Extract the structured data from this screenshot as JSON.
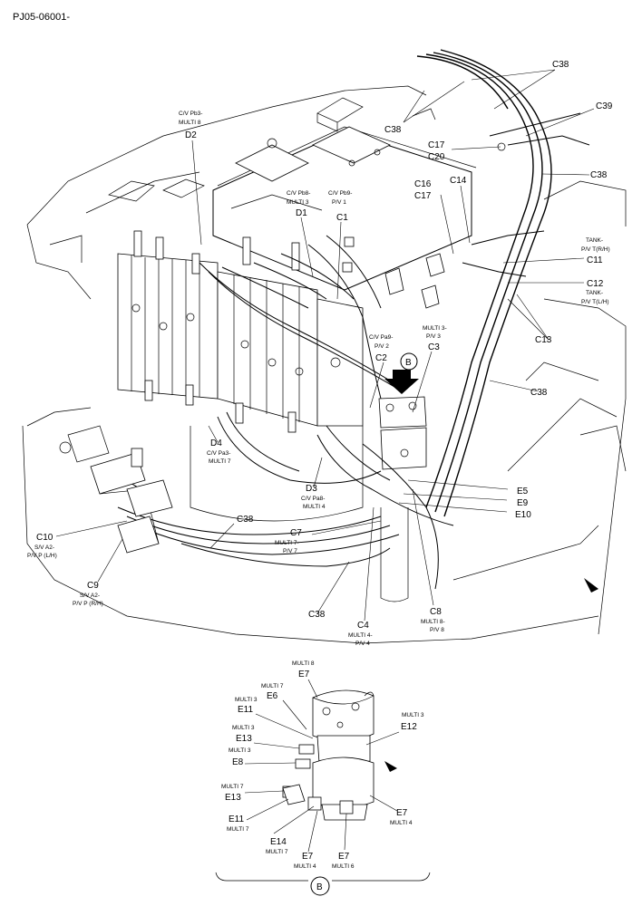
{
  "doc_id": "PJ05-06001-",
  "main_labels": {
    "c38_top": "C38",
    "c38_left": "C38",
    "c39": "C39",
    "c17_c20_a": "C17",
    "c17_c20_b": "C20",
    "c38_right": "C38",
    "c16": "C16",
    "c17": "C17",
    "c14": "C14",
    "cv_pb3": "C/V Pb3-",
    "multi8_top": "MULTI 8",
    "d2": "D2",
    "cv_pb8": "C/V Pb8-",
    "multi3_d1": "MULTI 3",
    "d1": "D1",
    "cv_pb9": "C/V Pb9-",
    "pv1": "P/V 1",
    "c1": "C1",
    "tank_rh_a": "TANK-",
    "tank_rh_b": "P/V T(R/H)",
    "c11": "C11",
    "c12": "C12",
    "tank_lh_a": "TANK-",
    "tank_lh_b": "P/V T(L/H)",
    "c13": "C13",
    "multi3_c3": "MULTI 3-",
    "pv3": "P/V 3",
    "c3": "C3",
    "cv_pa9": "C/V Pa9-",
    "pv2": "P/V 2",
    "c2": "C2",
    "b_marker": "B",
    "c38_mid": "C38",
    "d4": "D4",
    "cv_pa3": "C/V Pa3-",
    "multi7_d4": "MULTI 7",
    "d3": "D3",
    "cv_pa8": "C/V Pa8-",
    "multi4_d3": "MULTI 4",
    "e5": "E5",
    "e9": "E9",
    "e10": "E10",
    "c10": "C10",
    "sv_a2_lh": "S/V A2-",
    "pvp_lh": "P/V P (L/H)",
    "c38_lower": "C38",
    "c7": "C7",
    "multi7_c7": "MULTI 7-",
    "pv7": "P/V 7",
    "c9": "C9",
    "sv_a2_rh": "S/V A2-",
    "pvp_rh": "P/V P (R/H)",
    "c38_bottom": "C38",
    "c8": "C8",
    "multi8_c8": "MULTI 8-",
    "pv8": "P/V 8",
    "c4": "C4",
    "multi4_c4": "MULTI 4-",
    "pv4": "P/V 4"
  },
  "detail_labels": {
    "multi8": "MULTI 8",
    "e7_top": "E7",
    "multi7_e6": "MULTI 7",
    "e6": "E6",
    "multi3_e11": "MULTI 3",
    "e11_top": "E11",
    "multi3_e12": "MULTI 3",
    "e12": "E12",
    "multi3_e13": "MULTI 3",
    "e13_top": "E13",
    "multi3_e8": "MULTI 3",
    "e8": "E8",
    "multi7_e13": "MULTI 7",
    "e13_low": "E13",
    "e11_low": "E11",
    "multi7_e11": "MULTI 7",
    "e7_right": "E7",
    "multi4_right": "MULTI 4",
    "e14": "E14",
    "multi7_e14": "MULTI 7",
    "e7_b1": "E7",
    "multi4_b1": "MULTI 4",
    "e7_b2": "E7",
    "multi6_b2": "MULTI 6",
    "b_caption": "B"
  }
}
